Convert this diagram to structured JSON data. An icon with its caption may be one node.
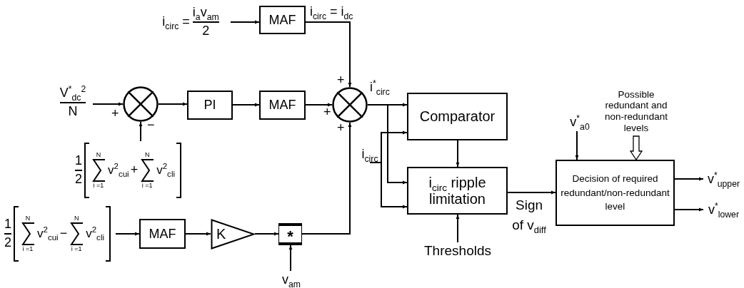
{
  "diagram": {
    "nodes": [
      {
        "text": [
          "i$_{circ}$ =",
          "i$_{a}$v$_{am}$",
          "2"
        ]
      },
      {
        "text": [
          "MAF"
        ]
      },
      {
        "text": [
          "V$^{*}$$_{dc}$$^{2}$",
          "N"
        ]
      },
      {
        "text": [],
        "shape": "circle"
      },
      {
        "text": [
          "PI"
        ]
      },
      {
        "text": [
          "MAF"
        ]
      },
      {
        "text": [],
        "shape": "circle"
      },
      {
        "text": [
          "1",
          "2",
          "N",
          "v$^{2}$$_{cui}$",
          "i =1",
          "+",
          "N",
          "v$^{2}$$_{cli}$",
          "i =1"
        ]
      },
      {
        "text": [
          "1",
          "2",
          "N",
          "v$^{2}$$_{cui}$",
          "i =1",
          "−",
          "N",
          "v$^{2}$$_{cli}$",
          "i =1"
        ]
      },
      {
        "text": [
          "MAF"
        ]
      },
      {
        "text": [
          "K"
        ]
      },
      {
        "text": [
          "*"
        ]
      },
      {
        "text": [
          "Comparator"
        ]
      },
      {
        "text": [
          "i$_{circ}$ ripple limitation"
        ]
      },
      {
        "text": [
          "Thresholds"
        ]
      },
      {
        "text": [
          "v$_{am}$"
        ]
      },
      {
        "text": [
          "Decision of required redundant/non-redundant level"
        ]
      },
      {
        "text": [
          "v$^{*}$$_{a0}$"
        ]
      },
      {
        "text": [
          "Possible redundant and non-redundant levels"
        ]
      },
      {
        "text": [
          "v$^{*}$$_{upper}$"
        ]
      },
      {
        "text": [
          "v$^{*}$$_{lower}$"
        ]
      },
      {
        "text": [
          "i$_{circ}$"
        ]
      }
    ],
    "edges": [
      {
        "from": 0,
        "to": 1,
        "arrow": "to"
      },
      {
        "from": 1,
        "to": 6,
        "arrow": "to",
        "label": "i$_{circ}$ = i$_{dc}$"
      },
      {
        "from": 2,
        "to": 3,
        "arrow": "to"
      },
      {
        "from": 7,
        "to": 3,
        "arrow": "to"
      },
      {
        "from": 3,
        "to": 4,
        "arrow": "to"
      },
      {
        "from": 4,
        "to": 5,
        "arrow": "to"
      },
      {
        "from": 5,
        "to": 6,
        "arrow": "to"
      },
      {
        "from": 8,
        "to": 9,
        "arrow": "to"
      },
      {
        "from": 9,
        "to": 10,
        "arrow": "to"
      },
      {
        "from": 10,
        "to": 11,
        "arrow": "to"
      },
      {
        "from": 15,
        "to": 11,
        "arrow": "to"
      },
      {
        "from": 11,
        "to": 6,
        "arrow": "to"
      },
      {
        "from": 6,
        "to": 12,
        "arrow": "to",
        "label": "i$^{*}$$_{circ}$"
      },
      {
        "from": 6,
        "to": 13,
        "arrow": "to"
      },
      {
        "from": 21,
        "to": 12,
        "arrow": "to"
      },
      {
        "from": 21,
        "to": 13,
        "arrow": "to"
      },
      {
        "from": 12,
        "to": 13,
        "arrow": "to"
      },
      {
        "from": 14,
        "to": 13,
        "arrow": "to"
      },
      {
        "from": 13,
        "to": 16,
        "arrow": "to",
        "label": "Sign of v$_{diff}$"
      },
      {
        "from": 17,
        "to": 16,
        "arrow": "to"
      },
      {
        "from": 18,
        "to": 16,
        "arrow": "to",
        "style": "thick"
      },
      {
        "from": 16,
        "to": 19,
        "arrow": "to"
      },
      {
        "from": 16,
        "to": 20,
        "arrow": "to"
      }
    ],
    "labels": [
      "+",
      "−",
      "+",
      "+",
      "+"
    ]
  }
}
